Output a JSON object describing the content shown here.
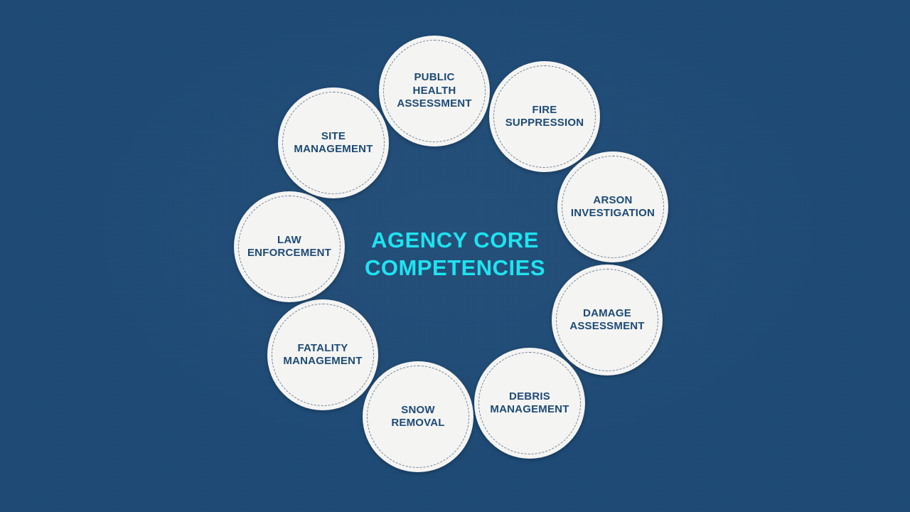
{
  "diagram": {
    "title": "AGENCY CORE\nCOMPETENCIES",
    "nodes": [
      {
        "id": "public-health-assessment",
        "label": "PUBLIC\nHEALTH\nASSESSMENT"
      },
      {
        "id": "fire-suppression",
        "label": "FIRE\nSUPPRESSION"
      },
      {
        "id": "arson-investigation",
        "label": "ARSON\nINVESTIGATION"
      },
      {
        "id": "damage-assessment",
        "label": "DAMAGE\nASSESSMENT"
      },
      {
        "id": "debris-management",
        "label": "DEBRIS\nMANAGEMENT"
      },
      {
        "id": "snow-removal",
        "label": "SNOW\nREMOVAL"
      },
      {
        "id": "fatality-management",
        "label": "FATALITY\nMANAGEMENT"
      },
      {
        "id": "law-enforcement",
        "label": "LAW\nENFORCEMENT"
      },
      {
        "id": "site-management",
        "label": "SITE\nMANAGEMENT"
      }
    ],
    "colors": {
      "background": "#1d4a75",
      "title": "#1fe3f0",
      "node_fill": "#f4f4f3",
      "node_text": "#1d4a75"
    }
  }
}
